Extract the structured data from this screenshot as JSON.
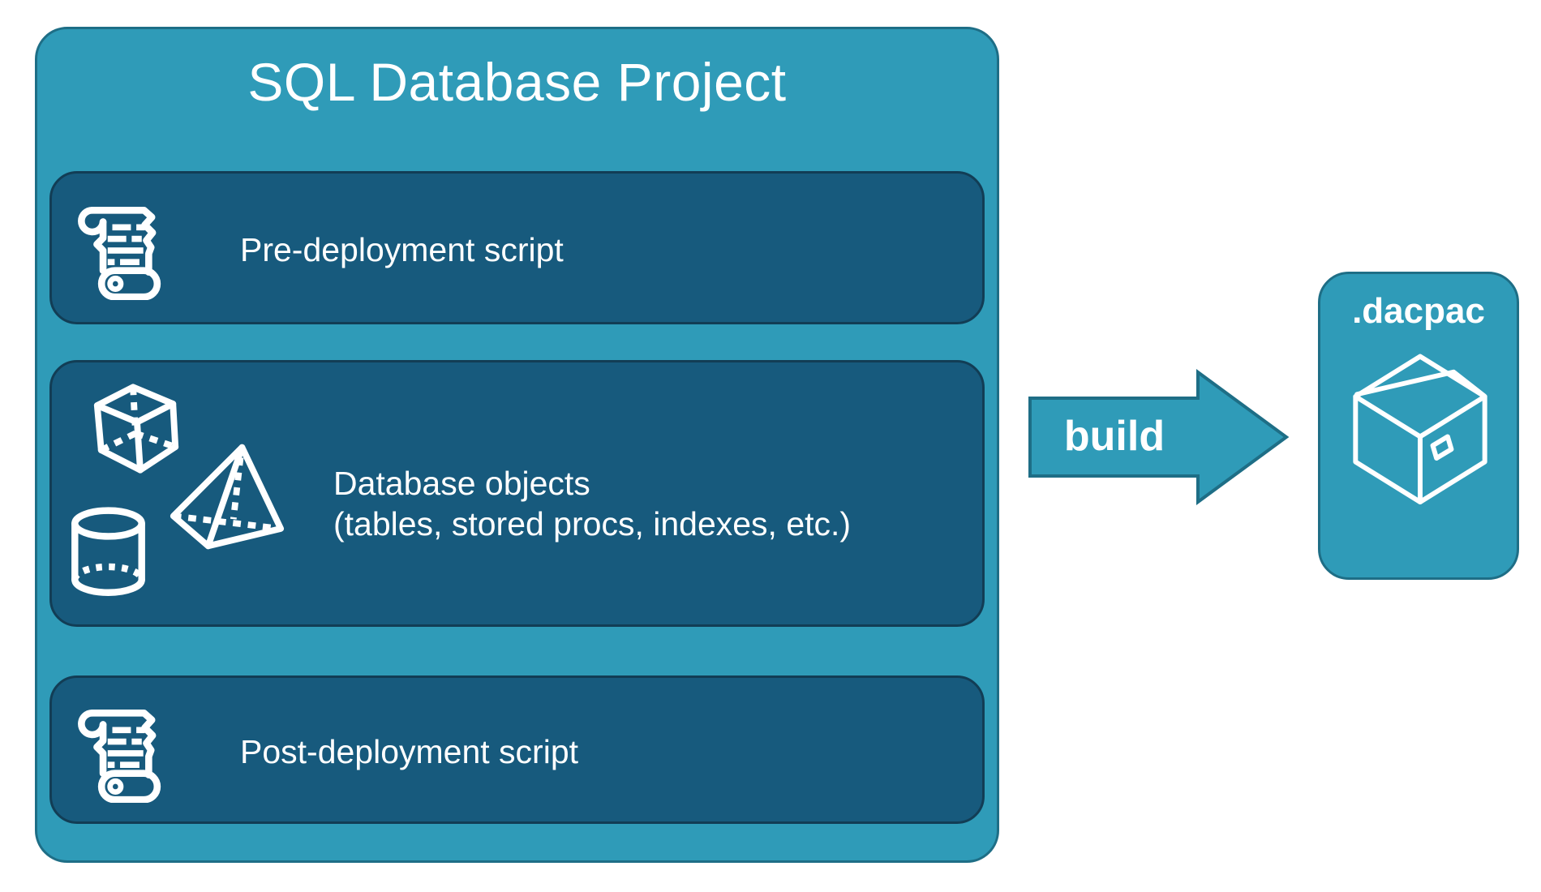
{
  "colors": {
    "teal": "#2F9BB8",
    "teal-border": "#1E6E86",
    "panel": "#175A7D",
    "panel-border": "#123D55",
    "white": "#FFFFFF"
  },
  "diagram": {
    "title": "SQL Database Project",
    "panels": [
      {
        "label": "Pre-deployment script",
        "icon": "scroll-icon"
      },
      {
        "label": "Database objects",
        "sublabel": "(tables, stored procs, indexes, etc.)",
        "icons": [
          "cube-icon",
          "pyramid-icon",
          "cylinder-icon"
        ]
      },
      {
        "label": "Post-deployment script",
        "icon": "scroll-icon"
      }
    ],
    "arrow": {
      "label": "build",
      "icon": "block-arrow-right-icon"
    },
    "output": {
      "label": ".dacpac",
      "icon": "package-icon"
    }
  }
}
